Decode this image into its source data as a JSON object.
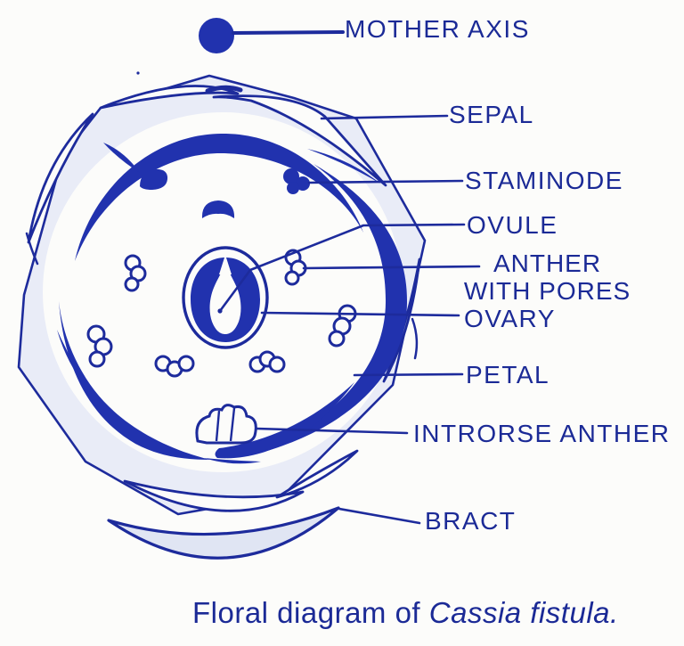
{
  "diagram": {
    "ink_color": "#1d2b9c",
    "fill_color": "#2132ae",
    "labels": {
      "mother_axis": "MOTHER AXIS",
      "sepal": "SEPAL",
      "staminode": "STAMINODE",
      "ovule": "OVULE",
      "anther_with_pores_line1": "ANTHER",
      "anther_with_pores_line2": "WITH PORES",
      "ovary": "OVARY",
      "petal": "PETAL",
      "introrse_anther": "INTRORSE ANTHER",
      "bract": "BRACT"
    },
    "caption": {
      "prefix": "Floral diagram of ",
      "species": "Cassia fistula."
    }
  }
}
